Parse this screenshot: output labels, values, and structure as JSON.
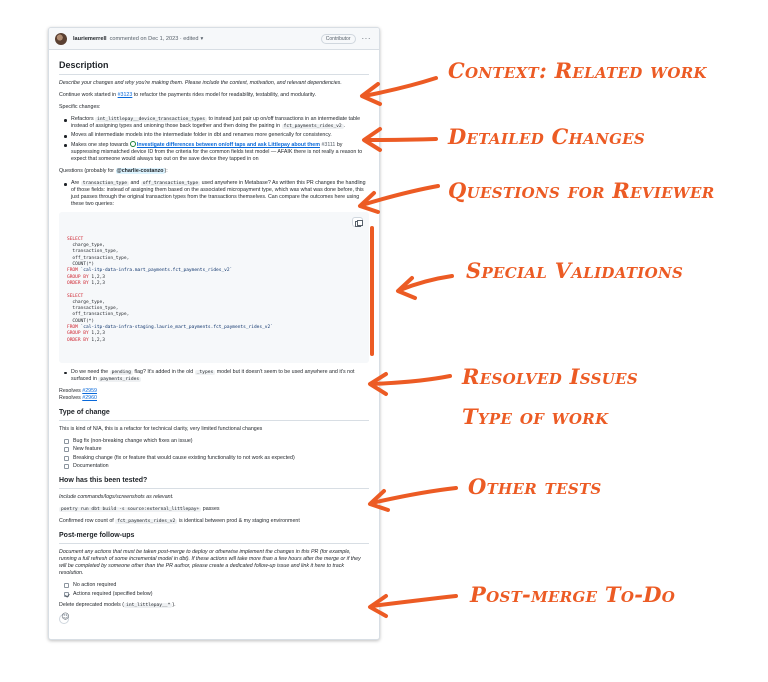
{
  "comment": {
    "author": "lauriemerrell",
    "meta": "commented on Dec 1, 2023 · edited",
    "meta_caret": "▾",
    "badge": "Contributor",
    "menu_glyph": "···"
  },
  "body": {
    "title": "Description",
    "prompt": "Describe your changes and why you're making them. Please include the context, motivation, and relevant dependencies.",
    "continue": {
      "before": "Continue work started in ",
      "link": "#3123",
      "after": " to refactor the payments rides model for readability, testability, and modularity."
    },
    "specific_label": "Specific changes:",
    "changes": {
      "c1_a": "Refactors ",
      "c1_code": "int_littlepay__device_transaction_types",
      "c1_b": " to instead just pair up on/off transactions in an intermediate table instead of assigning types and unioning those back together and then doing the pairing in ",
      "c1_code2": "fct_payments_rides_v2",
      "c1_c": ".",
      "c2": "Moves all intermediate models into the intermediate folder in dbt and renames more generically for consistency.",
      "c3_a": "Makes one step towards ",
      "c3_link": "Investigate differences between on/off taps and ask Littlepay about them",
      "c3_num": " #3111",
      "c3_b": " by suppressing mismatched device ID from the criteria for the common fields test model — AFAIK there is not really a reason to expect that someone would always tap out on the save device they tapped in on"
    },
    "questions_label": "Questions (probably for ",
    "questions_mention": "@charlie-costanzo",
    "questions_end": "):",
    "q1": {
      "a": "Are ",
      "code1": "transaction_type",
      "b": " and ",
      "code2": "off_transaction_type",
      "c": " used anywhere in Metabase? As written this PR changes the handling of those fields: instead of assigning them based on the associated micropayment type, which was what was done before, this just passes through the original transaction types from the transactions themselves. Can compare the outcomes here using these two queries:"
    },
    "code_lines": [
      "SELECT",
      "  charge_type,",
      "  transaction_type,",
      "  off_transaction_type,",
      "  COUNT(*)",
      "FROM `cal-itp-data-infra.mart_payments.fct_payments_rides_v2`",
      "GROUP BY 1,2,3",
      "ORDER BY 1,2,3",
      "",
      "SELECT",
      "  charge_type,",
      "  transaction_type,",
      "  off_transaction_type,",
      "  COUNT(*)",
      "FROM `cal-itp-data-infra-staging.laurie_mart_payments.fct_payments_rides_v2`",
      "GROUP BY 1,2,3",
      "ORDER BY 1,2,3"
    ],
    "q2": {
      "a": "Do we need the ",
      "code1": "pending",
      "b": " flag? It's added in the old ",
      "code2": "_types",
      "c": " model but it doesn't seem to be used anywhere and it's not surfaced in ",
      "code3": "payments_rides"
    },
    "resolves": [
      {
        "label": "Resolves ",
        "link": "#2959"
      },
      {
        "label": "Resolves ",
        "link": "#2960"
      }
    ],
    "type_title": "Type of change",
    "type_desc": "This is kind of N/A, this is a refactor for technical clarity, very limited functional changes",
    "type_options": [
      "Bug fix (non-breaking change which fixes an issue)",
      "New feature",
      "Breaking change (fix or feature that would cause existing functionality to not work as expected)",
      "Documentation"
    ],
    "tested_title": "How has this been tested?",
    "tested_prompt": "Include commands/logs/screenshots as relevant.",
    "tested_cmd": "poetry run dbt build -s source:external_littlepay+",
    "tested_cmd_after": " passes",
    "tested_rowcount": {
      "a": "Confirmed row count of ",
      "code": "fct_payments_rides_v2",
      "b": " is identical between prod & my staging environment"
    },
    "followup_title": "Post-merge follow-ups",
    "followup_prompt": "Document any actions that must be taken post-merge to deploy or otherwise implement the changes in this PR (for example, running a full refresh of some incremental model in dbt). If these actions will take more than a few hours after the merge or if they will be completed by someone other than the PR author, please create a dedicated follow-up issue and link it here to track resolution.",
    "followup_options": [
      {
        "label": "No action required",
        "checked": false
      },
      {
        "label": "Actions required (specified below)",
        "checked": true
      }
    ],
    "delete_text": {
      "a": "Delete deprecated models (",
      "code": "int_littlepay__*",
      "b": ")."
    }
  },
  "annotations": {
    "context": "Context: Related work",
    "changes": "Detailed Changes",
    "questions": "Questions for Reviewer",
    "validations": "Special Validations",
    "resolved": "Resolved Issues",
    "type": "Type of work",
    "tests": "Other tests",
    "postmerge": "Post-merge To-Do",
    "color": "#ec5b24"
  }
}
